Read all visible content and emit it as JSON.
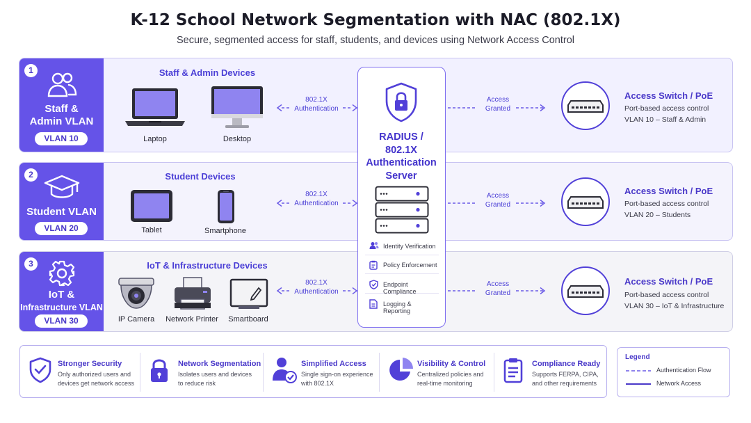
{
  "header": {
    "title": "K-12 School Network Segmentation with NAC (802.1X)",
    "subtitle": "Secure, segmented access for staff, students, and devices using Network Access Control"
  },
  "vlans": [
    {
      "number": "1",
      "name_line1": "Staff &",
      "name_line2": "Admin VLAN",
      "vlan_id": "VLAN 10",
      "group_title": "Staff & Admin Devices",
      "devices": [
        "Laptop",
        "Desktop"
      ],
      "switch_title": "Access Switch / PoE",
      "switch_desc_1": "Port-based access control",
      "switch_desc_2": "VLAN 10 – Staff & Admin"
    },
    {
      "number": "2",
      "name_line1": "Student VLAN",
      "name_line2": "",
      "vlan_id": "VLAN 20",
      "group_title": "Student Devices",
      "devices": [
        "Tablet",
        "Smartphone"
      ],
      "switch_title": "Access Switch / PoE",
      "switch_desc_1": "Port-based access control",
      "switch_desc_2": "VLAN 20 – Students"
    },
    {
      "number": "3",
      "name_line1": "IoT &",
      "name_line2": "Infrastructure VLAN",
      "vlan_id": "VLAN 30",
      "group_title": "IoT & Infrastructure Devices",
      "devices": [
        "IP Camera",
        "Network Printer",
        "Smartboard"
      ],
      "switch_title": "Access Switch / PoE",
      "switch_desc_1": "Port-based access control",
      "switch_desc_2": "VLAN 30 – IoT & Infrastructure"
    }
  ],
  "flow": {
    "auth_line1": "802.1X",
    "auth_line2": "Authentication",
    "access_line1": "Access",
    "access_line2": "Granted"
  },
  "radius": {
    "title_line1": "RADIUS /",
    "title_line2": "802.1X",
    "title_line3": "Authentication",
    "title_line4": "Server",
    "features": [
      "Identity Verification",
      "Policy Enforcement",
      "Endpoint Compliance",
      "Logging & Reporting"
    ]
  },
  "benefits": [
    {
      "title": "Stronger Security",
      "desc1": "Only authorized users and",
      "desc2": "devices get network access",
      "icon": "shield-check-icon"
    },
    {
      "title": "Network Segmentation",
      "desc1": "Isolates users and devices",
      "desc2": "to reduce risk",
      "icon": "lock-icon"
    },
    {
      "title": "Simplified Access",
      "desc1": "Single sign-on experience",
      "desc2": "with 802.1X",
      "icon": "user-check-icon"
    },
    {
      "title": "Visibility & Control",
      "desc1": "Centralized policies and",
      "desc2": "real-time monitoring",
      "icon": "pie-chart-icon"
    },
    {
      "title": "Compliance Ready",
      "desc1": "Supports FERPA, CIPA,",
      "desc2": "and other requirements",
      "icon": "clipboard-icon"
    }
  ],
  "legend": {
    "title": "Legend",
    "items": [
      "Authentication Flow",
      "Network Access"
    ]
  },
  "colors": {
    "accent": "#6553e8",
    "accent_dark": "#4a39c9",
    "flow": "#6a5ae6"
  }
}
